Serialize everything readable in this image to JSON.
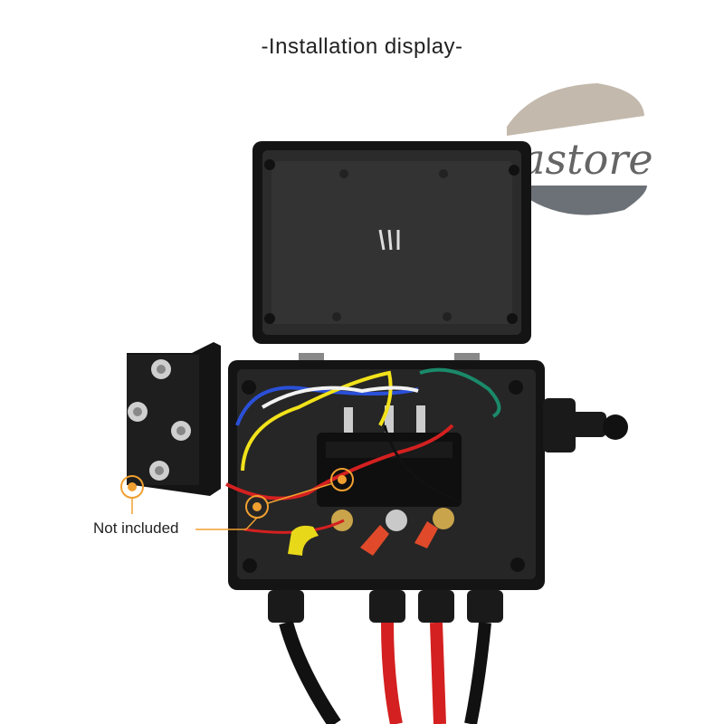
{
  "header": {
    "title": "-Installation display-"
  },
  "watermark": {
    "brand_text": "Hastore"
  },
  "callout": {
    "label": "Not included",
    "accent_color": "#f0a030"
  },
  "colors": {
    "housing": "#1c1c1c",
    "lid": "#2a2a2a",
    "wire_red": "#d42020",
    "wire_yellow": "#f2e21a",
    "wire_blue": "#2a50d8",
    "wire_green": "#1a8a6a",
    "wire_white": "#f2f2f2"
  },
  "icons": [
    "brand-logo",
    "screws-icon",
    "callout-dot-icon"
  ]
}
